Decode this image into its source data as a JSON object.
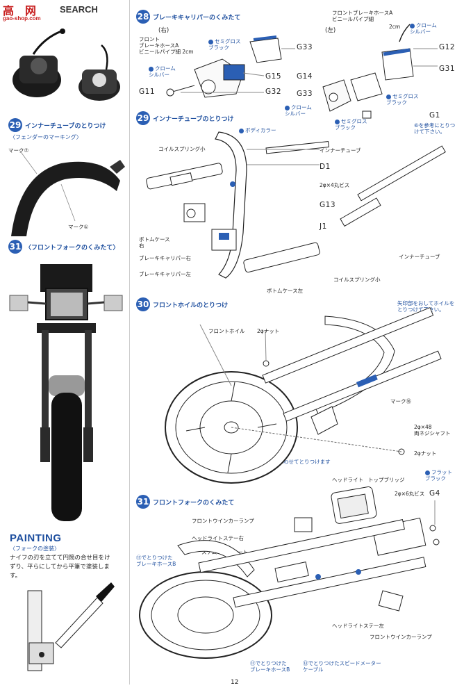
{
  "watermark": {
    "brand_top": "高",
    "brand_cn": "网",
    "domain": "gao-shop.com",
    "search_text": "SEARCH"
  },
  "step28": {
    "number": "28",
    "title": "ブレーキキャリパーのくみたて",
    "right_heading": "(右)",
    "left_heading": "(左)",
    "labels": {
      "front_hose_right": "フロント\nブレーキホースA\nビニールパイプ細 2cm",
      "semigloss_black_1": "セミグロス\nブラック",
      "chrome_silver_1": "クローム\nシルバー",
      "front_hose_left": "フロントブレーキホースA\nビニールパイプ細",
      "len_2cm": "2cm",
      "chrome_silver_2": "クローム\nシルバー",
      "semigloss_black_2": "セミグロス\nブラック",
      "chrome_silver_3": "クローム\nシルバー",
      "semigloss_black_3": "セミグロス\nブラック",
      "reference_note": "⑥を参考にとりつ\nけて下さい。"
    },
    "parts": [
      "G33",
      "G15",
      "G11",
      "G32",
      "G12",
      "G31",
      "G14",
      "G33",
      "G1"
    ]
  },
  "step29_left": {
    "number": "29",
    "title": "インナーチューブのとりつけ",
    "subtitle": "〈フェンダーのマーキング〉",
    "mark7": "マーク⑦",
    "mark1": "マーク①"
  },
  "step31_left": {
    "number": "31",
    "title": "〈フロントフォークのくみたて〉"
  },
  "step29": {
    "number": "29",
    "title": "インナーチューブのとりつけ",
    "body_color": "ボディカラー",
    "labels": {
      "coil_spring_small": "コイルスプリング小",
      "inner_tube": "インナーチューブ",
      "screw": "2φ×4丸ビス",
      "bottom_case_right": "ボトムケース\n右",
      "brake_caliper_right": "ブレーキキャリパー右",
      "brake_caliper_left": "ブレーキキャリパー左",
      "inner_tube_2": "インナーチューブ",
      "coil_spring_small_2": "コイルスプリング小",
      "bottom_case_left": "ボトムケース左"
    },
    "parts": [
      "D1",
      "G13",
      "J1"
    ]
  },
  "step30": {
    "number": "30",
    "title": "フロントホイルのとりつけ",
    "labels": {
      "front_wheel": "フロントホイル",
      "nut_2": "2φナット",
      "arrow_note": "矢印部をおしてホイルを\nとりつけて下さい。",
      "mark16": "マーク⑯",
      "shaft": "2φ×48\n両ネジシャフト",
      "nut_2b": "2φナット",
      "groove_note": "溝内にあわせてとりつけます"
    }
  },
  "step31": {
    "number": "31",
    "title": "フロントフォークのくみたて",
    "flat_black": "フラット\nブラック",
    "labels": {
      "headlight": "ヘッドライト",
      "top_bridge": "トップブリッジ",
      "screw": "2φ×6丸ビス",
      "front_winker": "フロントウインカーランプ",
      "headlight_stay_right": "ヘッドライトステー右",
      "stem_complete": "ステムコンプリート",
      "brake_hose_b": "⑪でとりつけた\nブレーキホースB",
      "headlight_stay_left": "ヘッドライトステー左",
      "front_winker_2": "フロントウインカーランプ",
      "brake_hose_b_2": "⑪でとりつけた\nブレーキホースB",
      "speedo_cable": "⑬でとりつけたスピードメーター\nケーブル"
    },
    "parts": [
      "G4"
    ]
  },
  "painting": {
    "heading": "PAINTING",
    "subheading": "〈フォークの塗装〉",
    "text": "ナイフの刃を立てて円筒の合せ目をけ\nずり、平らにしてから平筆で塗装しま\nす。"
  },
  "page_number": "12",
  "colors": {
    "accent": "#2b5fb4",
    "heading": "#1d4e9e",
    "line": "#888888"
  }
}
